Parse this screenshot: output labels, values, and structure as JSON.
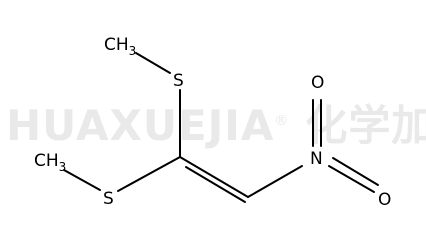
{
  "watermark": {
    "brand": "HUAXUEJIA",
    "registered": "®",
    "chinese": "化学加"
  },
  "molecule": {
    "atoms": {
      "methyl_top": {
        "main": "CH",
        "subscript": "3"
      },
      "sulfur_top": "S",
      "methyl_left": {
        "main": "CH",
        "subscript": "3"
      },
      "sulfur_left": "S",
      "nitrogen": "N",
      "oxygen_top": "O",
      "oxygen_right": "O"
    }
  }
}
